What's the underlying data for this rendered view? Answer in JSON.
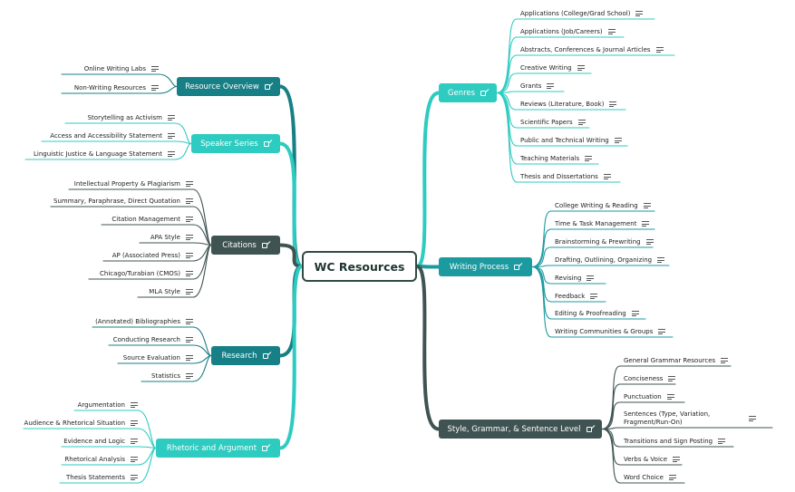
{
  "root": {
    "label": "WC Resources"
  },
  "colors": {
    "teal_light": "#2ecbc0",
    "teal_mid": "#1b9aa0",
    "teal_dark": "#177f86",
    "slate": "#3f5452",
    "root_border": "#2f4a44"
  },
  "icons": {
    "branch_link": "external-link-icon",
    "leaf_note": "notes-icon"
  },
  "branches": [
    {
      "id": "resource-overview",
      "label": "Resource Overview",
      "side": "left",
      "leaves": [
        "Online Writing Labs",
        "Non-Writing Resources"
      ]
    },
    {
      "id": "speaker-series",
      "label": "Speaker Series",
      "side": "left",
      "leaves": [
        "Storytelling as Activism",
        "Access and Accessibility Statement",
        "Linguistic Justice & Language Statement"
      ]
    },
    {
      "id": "citations",
      "label": "Citations",
      "side": "left",
      "leaves": [
        "Intellectual Property & Plagiarism",
        "Summary, Paraphrase, Direct Quotation",
        "Citation Management",
        "APA Style",
        "AP (Associated Press)",
        "Chicago/Turabian (CMOS)",
        "MLA Style"
      ]
    },
    {
      "id": "research",
      "label": "Research",
      "side": "left",
      "leaves": [
        "(Annotated) Bibliographies",
        "Conducting Research",
        "Source Evaluation",
        "Statistics"
      ]
    },
    {
      "id": "rhetoric",
      "label": "Rhetoric and Argument",
      "side": "left",
      "leaves": [
        "Argumentation",
        "Audience & Rhetorical Situation",
        "Evidence and Logic",
        "Rhetorical Analysis",
        "Thesis Statements"
      ]
    },
    {
      "id": "genres",
      "label": "Genres",
      "side": "right",
      "leaves": [
        "Applications (College/Grad School)",
        "Applications (Job/Careers)",
        "Abstracts, Conferences & Journal Articles",
        "Creative Writing",
        "Grants",
        "Reviews (Literature, Book)",
        "Scientific Papers",
        "Public and Technical Writing",
        "Teaching Materials",
        "Thesis and Dissertations"
      ]
    },
    {
      "id": "writing-process",
      "label": "Writing Process",
      "side": "right",
      "leaves": [
        "College Writing & Reading",
        "Time & Task Management",
        "Brainstorming & Prewriting",
        "Drafting, Outlining, Organizing",
        "Revising",
        "Feedback",
        "Editing & Proofreading",
        "Writing Communities & Groups"
      ]
    },
    {
      "id": "style",
      "label": "Style, Grammar, & Sentence Level",
      "side": "right",
      "leaves": [
        "General Grammar Resources",
        "Conciseness",
        "Punctuation",
        "Sentences (Type, Variation, Fragment/Run-On)",
        "Transitions and Sign Posting",
        "Verbs & Voice",
        "Word Choice"
      ]
    }
  ]
}
